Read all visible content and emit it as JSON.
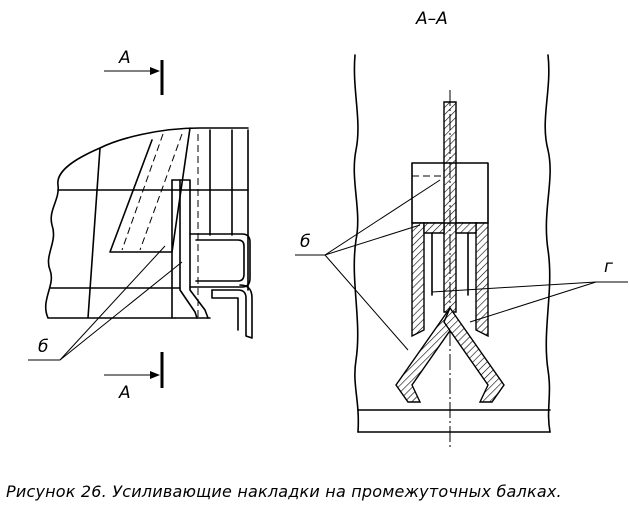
{
  "section_title": "А–А",
  "view_label_top": "А",
  "view_label_bottom": "А",
  "label_b_left": "б",
  "label_b_right": "б",
  "label_g": "г",
  "caption": "Рисунок 26. Усиливающие накладки на промежуточных балках."
}
